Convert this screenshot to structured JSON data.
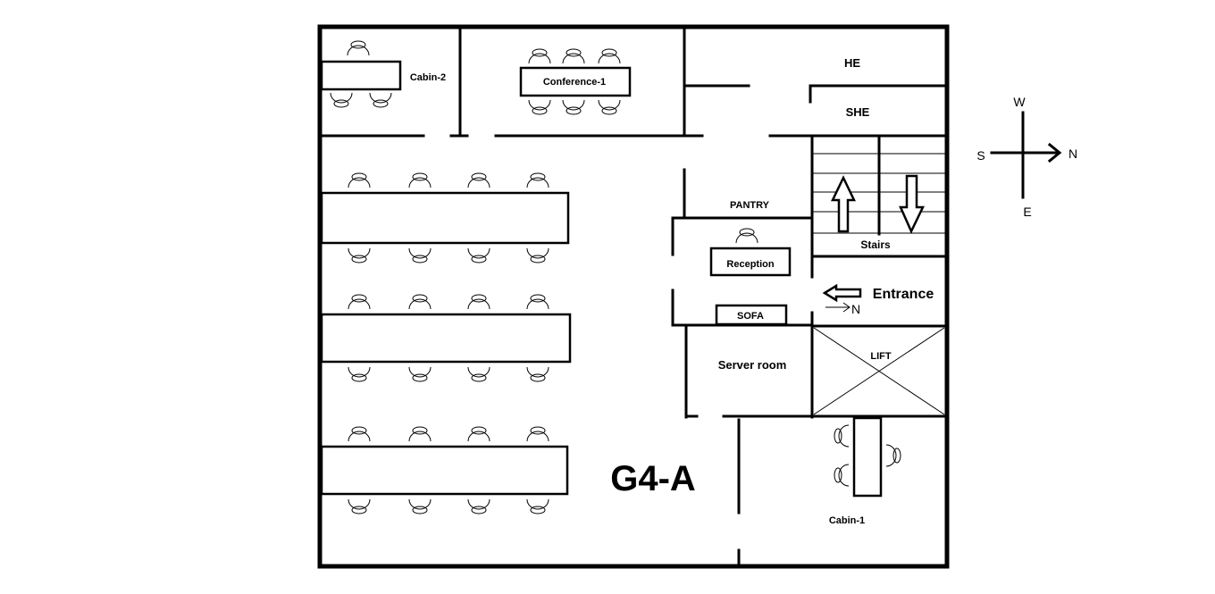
{
  "plan_title": "G4-A",
  "rooms": {
    "cabin_2": "Cabin-2",
    "conference_1": "Conference-1",
    "he": "HE",
    "she": "SHE",
    "pantry": "PANTRY",
    "reception": "Reception",
    "stairs": "Stairs",
    "entrance": "Entrance",
    "sofa": "SOFA",
    "server_room": "Server room",
    "lift": "LIFT",
    "cabin_1": "Cabin-1"
  },
  "entrance_direction": "N",
  "compass": {
    "top": "W",
    "left": "S",
    "right": "N",
    "bottom": "E"
  }
}
